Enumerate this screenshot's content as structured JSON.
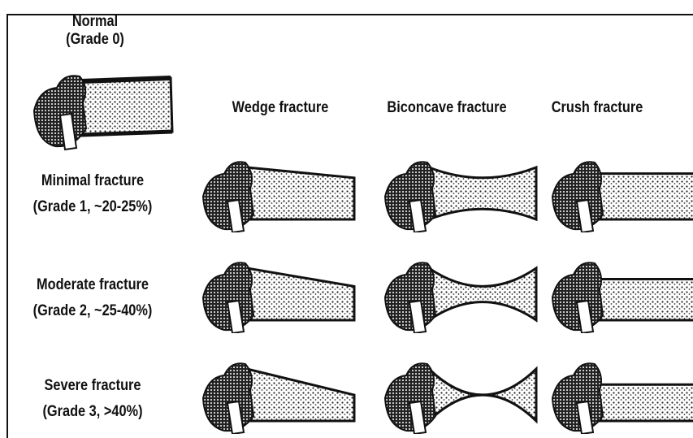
{
  "normal": {
    "title": "Normal",
    "grade": "(Grade 0)"
  },
  "columns": [
    "Wedge fracture",
    "Biconcave fracture",
    "Crush fracture"
  ],
  "rows": [
    {
      "name": "Minimal fracture",
      "grade": "(Grade 1, ~20-25%)"
    },
    {
      "name": "Moderate fracture",
      "grade": "(Grade 2, ~25-40%)"
    },
    {
      "name": "Severe fracture",
      "grade": "(Grade 3, >40%)"
    }
  ],
  "colors": {
    "ink": "#111111",
    "paper": "#ffffff"
  }
}
